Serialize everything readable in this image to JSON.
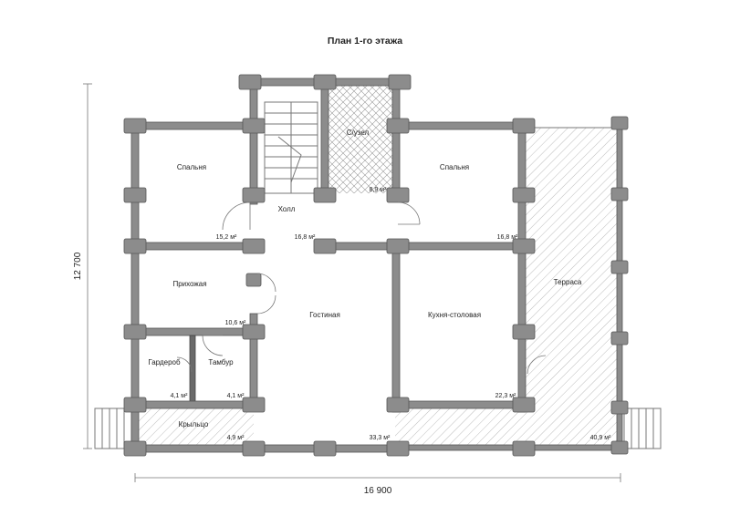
{
  "title": "План 1-го этажа",
  "dimensions": {
    "width": "16 900",
    "height": "12 700"
  },
  "rooms": {
    "bedroom_left": {
      "name": "Спальня",
      "area": "15,2 м²"
    },
    "hall": {
      "name": "Холл",
      "area": "16,8 м²"
    },
    "bathroom": {
      "name": "С/узел",
      "area": "8,9 м²"
    },
    "bedroom_right": {
      "name": "Спальня",
      "area": "16,8 м²"
    },
    "entrance": {
      "name": "Прихожая",
      "area": "10,6 м²"
    },
    "living": {
      "name": "Гостиная",
      "area": "33,3 м²"
    },
    "kitchen": {
      "name": "Кухня-столовая",
      "area": "22,3 м²"
    },
    "terrace": {
      "name": "Терраса",
      "area": "40,9 м²"
    },
    "wardrobe": {
      "name": "Гардероб",
      "area": "4,1 м²"
    },
    "vestibule": {
      "name": "Тамбур",
      "area": "4,1 м²"
    },
    "porch": {
      "name": "Крыльцо",
      "area": "4,9 м²"
    }
  },
  "colors": {
    "wall": "#8c8c8c",
    "line": "#777777",
    "hatch": "#b5b5b5",
    "text": "#222222"
  }
}
